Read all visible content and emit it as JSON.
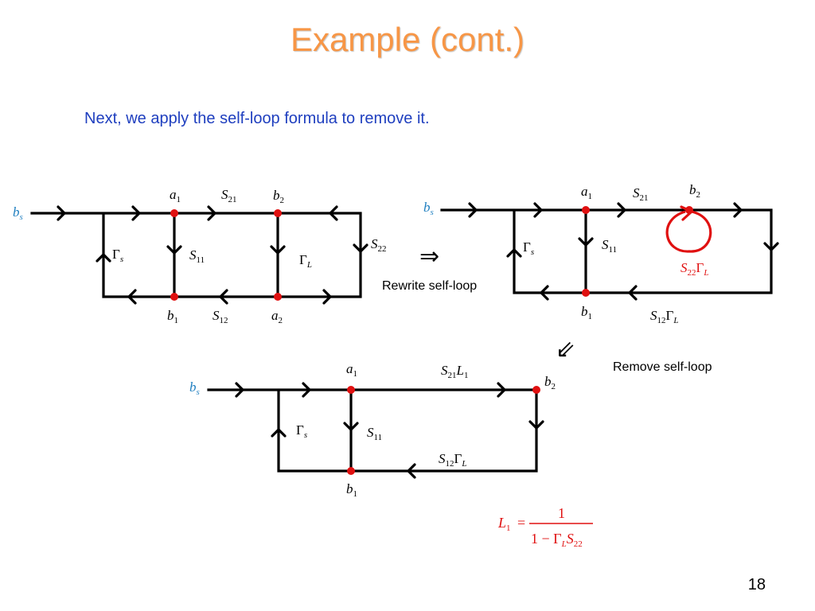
{
  "slide": {
    "title": "Example (cont.)",
    "subtitle": "Next, we apply the self-loop formula to remove it.",
    "page_number": "18"
  },
  "captions": {
    "rewrite": "Rewrite self-loop",
    "remove": "Remove self-loop",
    "implies_right": "⇒",
    "implies_down": "⇙"
  },
  "diagram": {
    "node_labels": {
      "a": "a",
      "b": "b",
      "s": "s",
      "one": "1",
      "two": "2"
    },
    "branch_labels": {
      "S": "S",
      "Gamma": "Γ",
      "L": "L",
      "s_sub": "s",
      "L_sub": "L",
      "sub11": "11",
      "sub12": "12",
      "sub21": "21",
      "sub22": "22",
      "sub1": "1"
    },
    "formula": {
      "lhs": "L",
      "lhs_sub": "1",
      "equals": "=",
      "numerator": "1",
      "denominator_lead": "1 − Γ",
      "denominator_gamma_sub": "L",
      "denominator_s": "S",
      "denominator_s_sub": "22"
    }
  },
  "colors": {
    "title": "#f79646",
    "subtitle": "#1f3fbf",
    "node": "#e01010",
    "source_label": "#1f7fc0",
    "highlight": "#e01010"
  }
}
